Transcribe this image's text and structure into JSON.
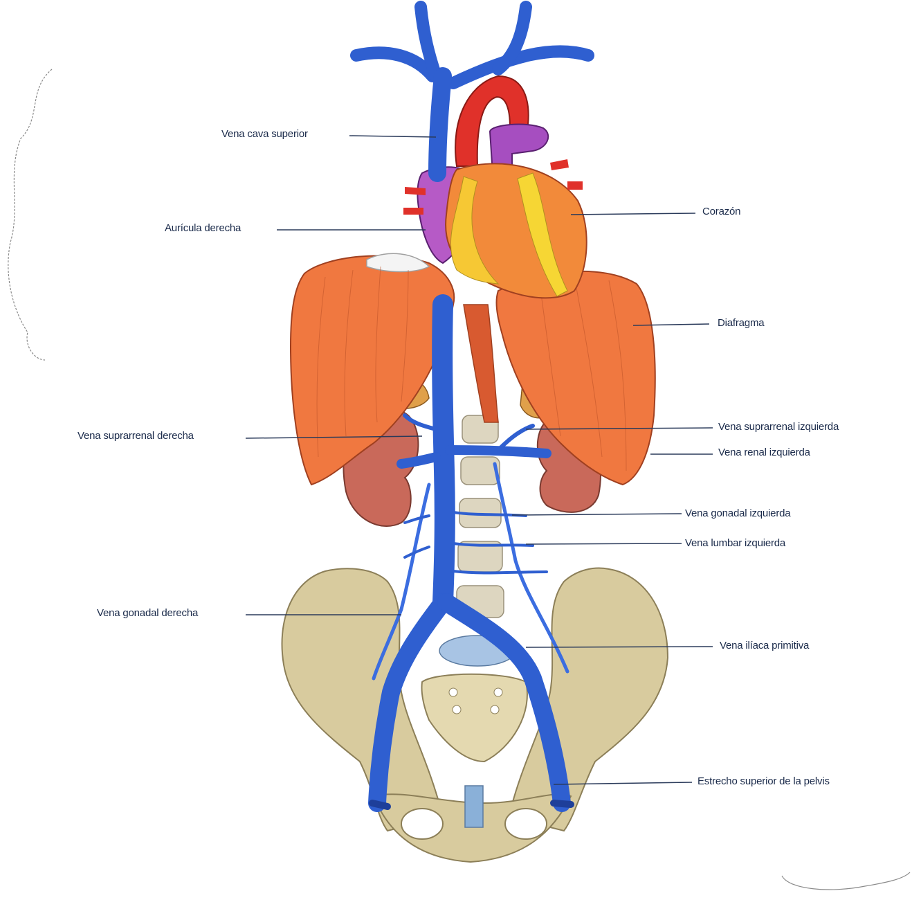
{
  "labels": {
    "vena_cava_superior": "Vena cava superior",
    "corazon": "Corazón",
    "auricula_derecha": "Aurícula derecha",
    "diafragma": "Diafragma",
    "vena_suprarrenal_izquierda": "Vena suprarrenal izquierda",
    "vena_suprarrenal_derecha": "Vena suprarrenal derecha",
    "vena_renal_izquierda": "Vena renal izquierda",
    "vena_gonadal_izquierda": "Vena gonadal izquierda",
    "vena_lumbar_izquierda": "Vena lumbar izquierda",
    "vena_gonadal_derecha": "Vena gonadal derecha",
    "vena_iliaca_primitiva": "Vena ilíaca primitiva",
    "estrecho_superior_pelvis": "Estrecho superior de la pelvis"
  },
  "colors": {
    "vein": "#2f5fd0",
    "vein_dark": "#1e3f9a",
    "heart": "#f28a3a",
    "heart_red": "#e0312a",
    "atrium": "#b45cc4",
    "diaphragm": "#f27a42",
    "bone": "#d9ccA0",
    "kidney": "#c86a5a",
    "leader_line": "#2a3a5a"
  }
}
